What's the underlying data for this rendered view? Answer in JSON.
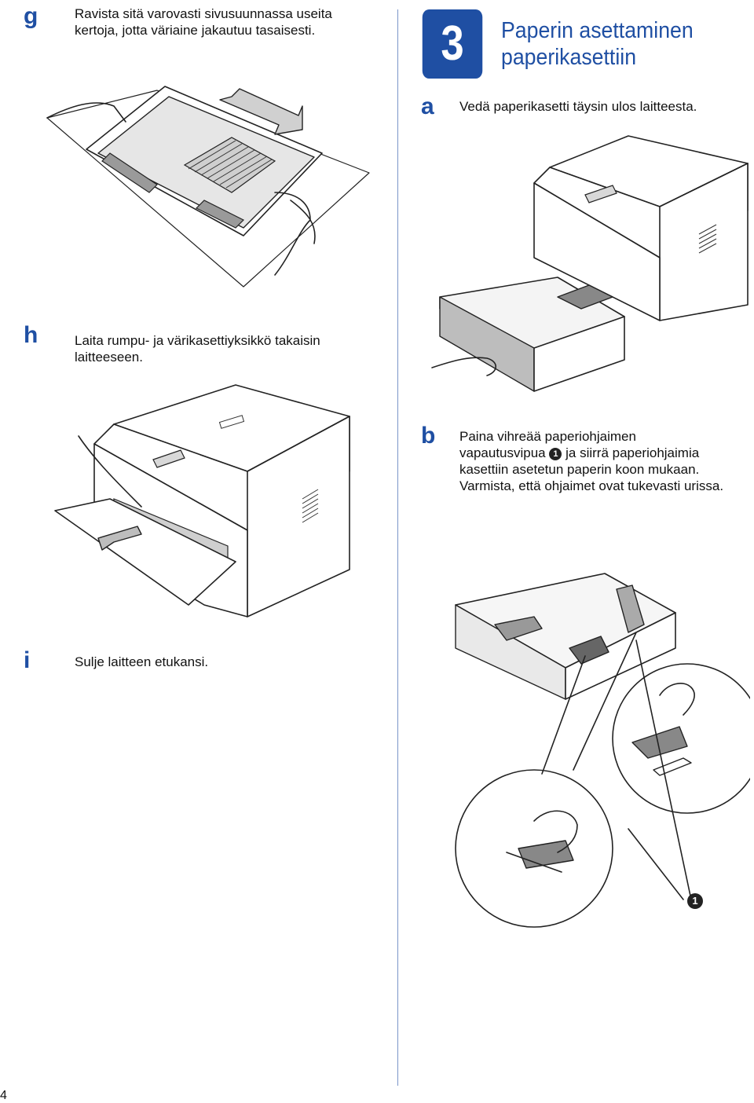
{
  "steps": {
    "g": {
      "letter": "g",
      "text_line1": "Ravista sitä varovasti sivusuunnassa useita",
      "text_line2": "kertoja, jotta väriaine jakautuu tasaisesti."
    },
    "h": {
      "letter": "h",
      "text_line1": "Laita rumpu- ja värikasettiyksikkö takaisin",
      "text_line2": "laitteeseen."
    },
    "i": {
      "letter": "i",
      "text": "Sulje laitteen etukansi."
    }
  },
  "section": {
    "number": "3",
    "title_line1": "Paperin asettaminen",
    "title_line2": "paperikasettiin"
  },
  "substeps": {
    "a": {
      "letter": "a",
      "text": "Vedä paperikasetti täysin ulos laitteesta."
    },
    "b": {
      "letter": "b",
      "line1": "Paina vihreää paperiohjaimen",
      "line2_pre": "vapautusvipua",
      "line2_post": "ja siirrä paperiohjaimia",
      "line3": "kasettiin asetetun paperin koon mukaan.",
      "line4": "Varmista, että ohjaimet ovat tukevasti urissa."
    }
  },
  "callout_number": "1",
  "page_number": "4",
  "colors": {
    "accent": "#1f4fa3",
    "divider": "#7a95c9",
    "illustration_gray": "#bdbdbd"
  }
}
